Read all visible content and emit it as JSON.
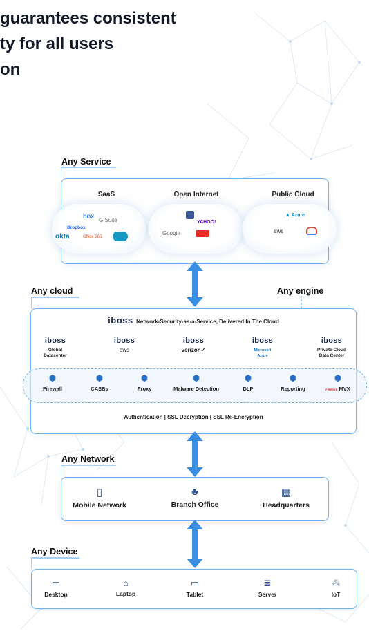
{
  "headline": {
    "line1": "guarantees consistent",
    "line2": "ty for all users",
    "line3": "on"
  },
  "any_service": {
    "label": "Any Service",
    "columns": [
      {
        "title": "SaaS",
        "logos": [
          "box",
          "G Suite",
          "Dropbox",
          "okta",
          "Office 365",
          "salesforce"
        ]
      },
      {
        "title": "Open Internet",
        "logos": [
          "f",
          "YAHOO!",
          "Google",
          "YouTube"
        ]
      },
      {
        "title": "Public Cloud",
        "logos": [
          "Azure",
          "aws",
          "Google Cloud"
        ]
      }
    ]
  },
  "any_cloud": {
    "label": "Any cloud"
  },
  "any_engine": {
    "label": "Any engine"
  },
  "engine": {
    "brand": "iboss",
    "tagline": "Network-Security-as-a-Service, Delivered In The Cloud",
    "nodes": [
      {
        "brand": "iboss",
        "sub1": "Global",
        "sub2": "Datacenter"
      },
      {
        "brand": "iboss",
        "sub1": "aws",
        "sub2": ""
      },
      {
        "brand": "iboss",
        "sub1": "verizon✓",
        "sub2": ""
      },
      {
        "brand": "iboss",
        "sub1": "Microsoft",
        "sub2": "Azure"
      },
      {
        "brand": "iboss",
        "sub1": "Private Cloud",
        "sub2": "Data Center"
      }
    ],
    "services": [
      "Firewall",
      "CASBs",
      "Proxy",
      "Malware Detection",
      "DLP",
      "Reporting",
      "MVX"
    ],
    "mvx_prefix": "FIREEYE",
    "footer": "Authentication | SSL Decryption | SSL Re-Encryption"
  },
  "any_network": {
    "label": "Any Network",
    "items": [
      {
        "label": "Mobile Network",
        "icon": "mobile-icon"
      },
      {
        "label": "Branch Office",
        "icon": "org-chart-icon"
      },
      {
        "label": "Headquarters",
        "icon": "building-icon"
      }
    ]
  },
  "any_device": {
    "label": "Any Device",
    "items": [
      {
        "label": "Desktop",
        "icon": "desktop-icon"
      },
      {
        "label": "Laptop",
        "icon": "laptop-icon"
      },
      {
        "label": "Tablet",
        "icon": "tablet-icon"
      },
      {
        "label": "Server",
        "icon": "server-icon"
      },
      {
        "label": "IoT",
        "icon": "iot-icon"
      }
    ]
  },
  "colors": {
    "accent": "#3a8fe0",
    "border": "#6fb4ee",
    "icon": "#2a72c8",
    "dark": "#1a2a4a"
  }
}
